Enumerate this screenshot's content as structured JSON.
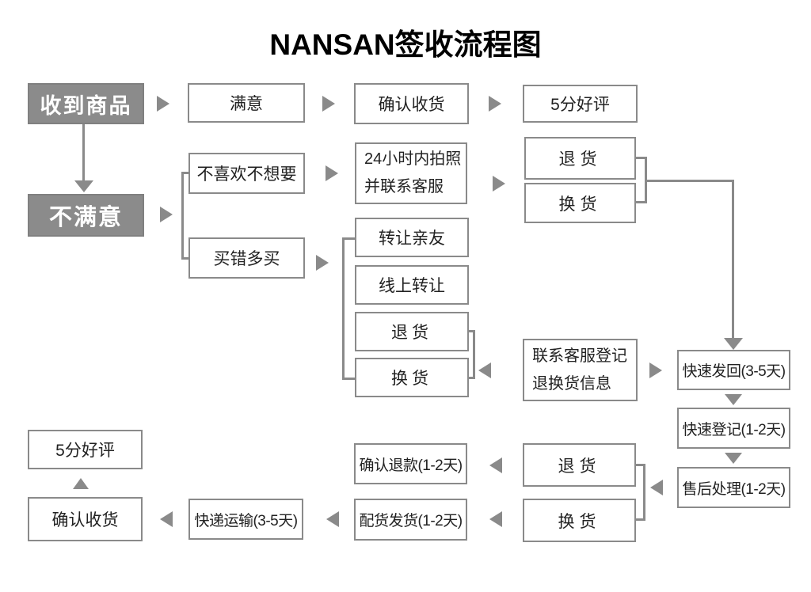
{
  "title": "NANSAN签收流程图",
  "colors": {
    "background": "#ffffff",
    "box_fill": "#8b8b8b",
    "box_border": "#8a8a8a",
    "arrow": "#8a8a8a",
    "title_color": "#000000",
    "filled_text": "#ffffff",
    "box_text": "#222222"
  },
  "icons": {
    "arrow_right": "▶",
    "arrow_left": "◀",
    "arrow_down": "▼",
    "arrow_up": "▲"
  },
  "nodes": {
    "received": {
      "label": "收到商品"
    },
    "satisfied": {
      "label": "满意"
    },
    "confirm_receipt_top": {
      "label": "确认收货"
    },
    "five_star_top": {
      "label": "5分好评"
    },
    "unsatisfied": {
      "label": "不满意"
    },
    "dislike_unwanted": {
      "label": "不喜欢不想要"
    },
    "bought_wrong": {
      "label": "买错多买"
    },
    "photo_contact": {
      "line1": "24小时内拍照",
      "line2": "并联系客服"
    },
    "return_top": {
      "label": "退货"
    },
    "exchange_top": {
      "label": "换货"
    },
    "transfer_friends": {
      "label": "转让亲友"
    },
    "transfer_online": {
      "label": "线上转让"
    },
    "return_mid": {
      "label": "退货"
    },
    "exchange_mid": {
      "label": "换货"
    },
    "contact_register": {
      "line1": "联系客服登记",
      "line2": "退换货信息"
    },
    "fast_sendback": {
      "label": "快速发回(3-5天)"
    },
    "fast_register": {
      "label": "快速登记(1-2天)"
    },
    "aftersale_handle": {
      "label": "售后处理(1-2天)"
    },
    "five_star_bottom": {
      "label": "5分好评"
    },
    "confirm_receipt_bottom": {
      "label": "确认收货"
    },
    "express_transport": {
      "label": "快递运输(3-5天)"
    },
    "confirm_refund": {
      "label": "确认退款(1-2天)"
    },
    "dispatch_ship": {
      "label": "配货发货(1-2天)"
    },
    "return_bottom": {
      "label": "退货"
    },
    "exchange_bottom": {
      "label": "换货"
    }
  }
}
